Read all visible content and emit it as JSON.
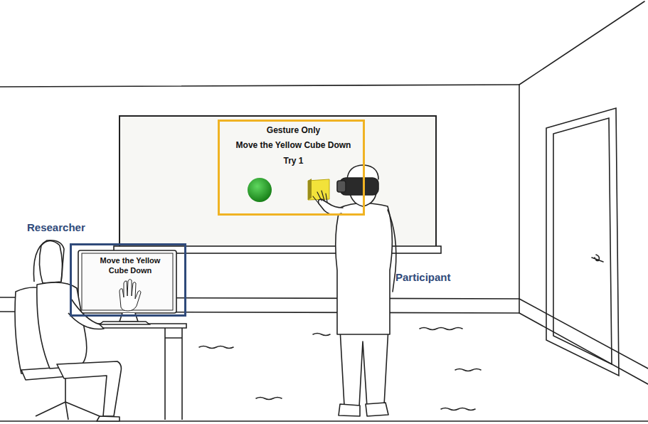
{
  "diagram": {
    "nodes": [
      {
        "text": [
          "Gesture Only",
          "Move the Yellow Cube Down",
          "Try 1"
        ]
      },
      {
        "text": [
          "Move the Yellow Cube Down"
        ]
      }
    ],
    "labels": [
      "Researcher",
      "Participant"
    ]
  }
}
